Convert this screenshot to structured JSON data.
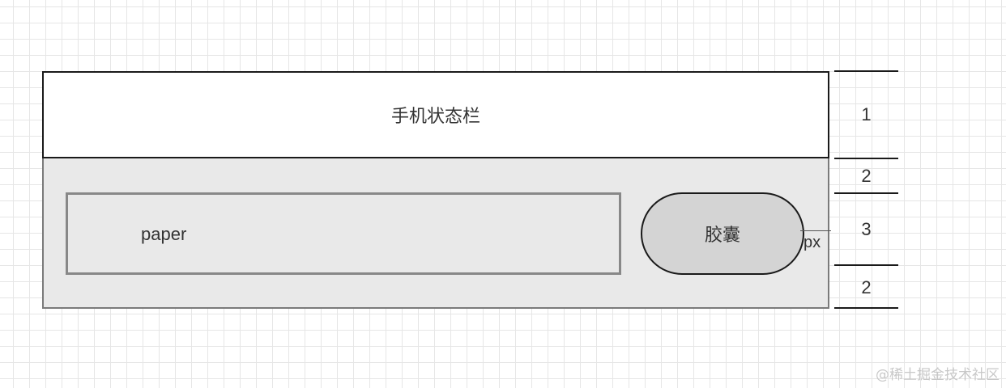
{
  "status_bar": {
    "label": "手机状态栏"
  },
  "nav": {
    "paper_label": "paper",
    "capsule_label": "胶囊",
    "unit_label": "px"
  },
  "ruler": {
    "segments": [
      {
        "label": "1"
      },
      {
        "label": "2"
      },
      {
        "label": "3"
      },
      {
        "label": "2"
      }
    ]
  },
  "watermark": "@稀土掘金技术社区",
  "colors": {
    "status_bar_bg": "#ffffff",
    "nav_area_bg": "#e9e9e9",
    "capsule_bg": "#d4d4d4",
    "outline": "#1a1a1a"
  }
}
